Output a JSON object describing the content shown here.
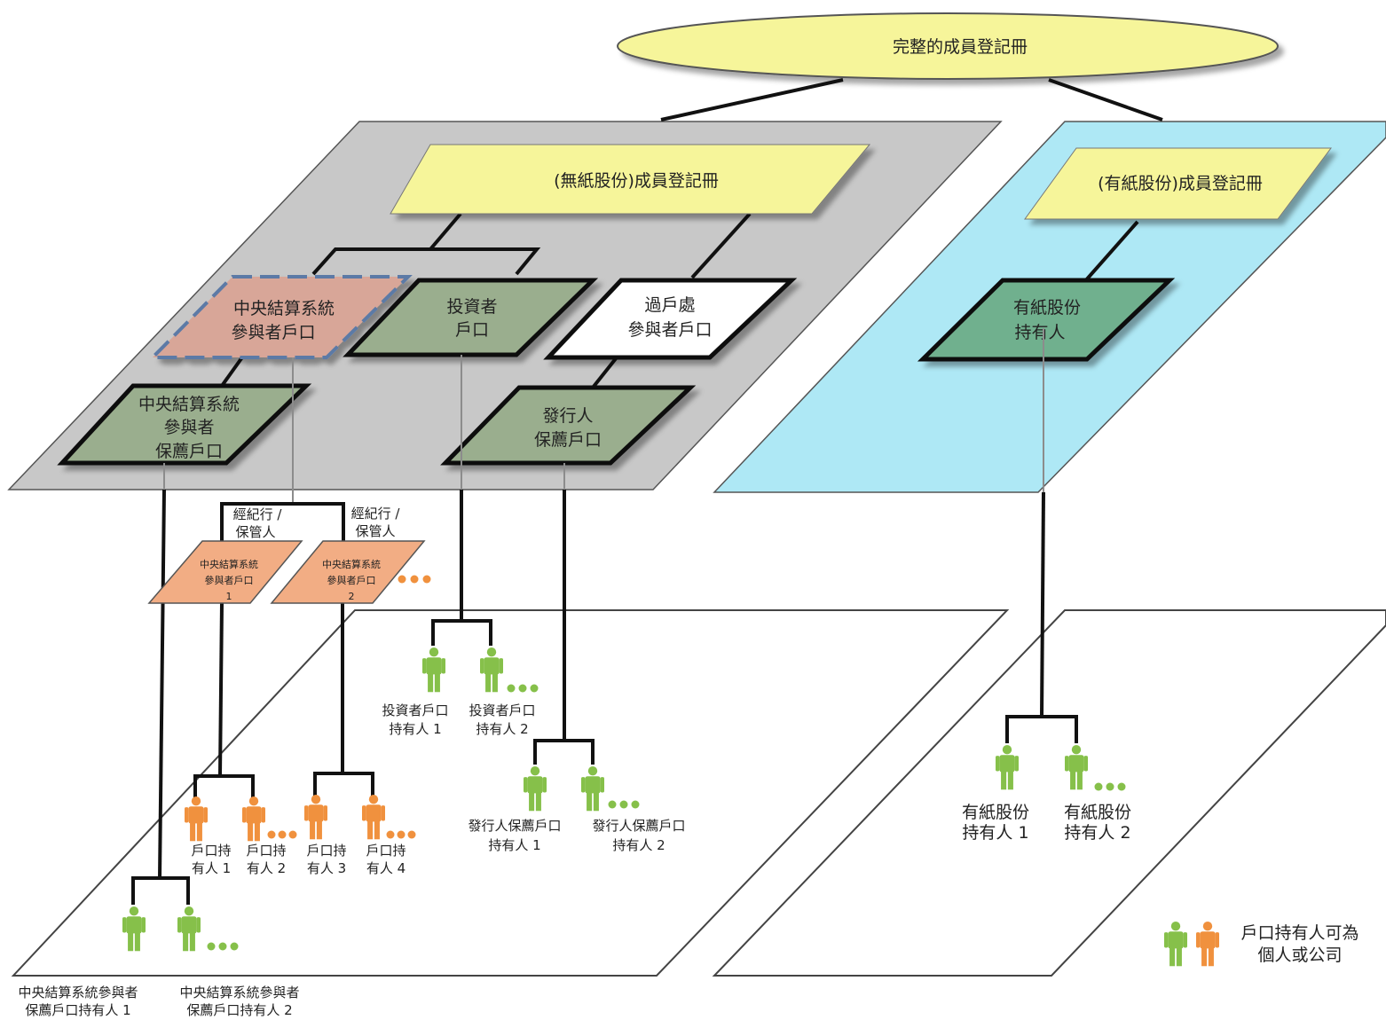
{
  "top_register": {
    "label": "完整的成員登記冊"
  },
  "scripless_register": {
    "label": "(無紙股份)成員登記冊"
  },
  "certificated_register": {
    "label": "(有紙股份)成員登記冊"
  },
  "accounts": {
    "ccass_participant": {
      "line1": "中央結算系統",
      "line2": "參與者戶口"
    },
    "investor": {
      "line1": "投資者",
      "line2": "戶口"
    },
    "transfer_office": {
      "line1": "過戶處",
      "line2": "參與者戶口"
    },
    "ccass_participant_sponsored": {
      "line1": "中央結算系統",
      "line2": "參與者",
      "line3": "保薦戶口"
    },
    "issuer_sponsored": {
      "line1": "發行人",
      "line2": "保薦戶口"
    },
    "certificated_holder": {
      "line1": "有紙股份",
      "line2": "持有人"
    }
  },
  "brokers": [
    {
      "caption1": "經紀行 /",
      "caption2": "保管人",
      "line1": "中央結算系統",
      "line2": "參與者戶口",
      "num": "1"
    },
    {
      "caption1": "經紀行 /",
      "caption2": "保管人",
      "line1": "中央結算系統",
      "line2": "參與者戶口",
      "num": "2"
    }
  ],
  "holders": {
    "investor": [
      {
        "line1": "投資者戶口",
        "line2": "持有人 1"
      },
      {
        "line1": "投資者戶口",
        "line2": "持有人 2"
      }
    ],
    "issuer_sponsored": [
      {
        "line1": "發行人保薦戶口",
        "line2": "持有人 1"
      },
      {
        "line1": "發行人保薦戶口",
        "line2": "持有人 2"
      }
    ],
    "broker": [
      {
        "line1": "戶口持",
        "line2": "有人 1"
      },
      {
        "line1": "戶口持",
        "line2": "有人 2"
      },
      {
        "line1": "戶口持",
        "line2": "有人 3"
      },
      {
        "line1": "戶口持",
        "line2": "有人 4"
      }
    ],
    "ccass_sponsored": [
      {
        "line1": "中央結算系統參與者",
        "line2": "保薦戶口持有人 1"
      },
      {
        "line1": "中央結算系統參與者",
        "line2": "保薦戶口持有人 2"
      }
    ],
    "certificated": [
      {
        "line1": "有紙股份",
        "line2": "持有人 1"
      },
      {
        "line1": "有紙股份",
        "line2": "持有人 2"
      }
    ]
  },
  "legend": {
    "line1": "戶口持有人可為",
    "line2": "個人或公司"
  },
  "colors": {
    "gray_plane": "#c8c8c8",
    "cyan_plane": "#aee8f5",
    "yellow_box": "#f6f59a",
    "green_box": "#9aae8e",
    "ccass_box": "#d8a698",
    "broker_box": "#f2ad84",
    "green_person": "#86c04a",
    "orange_person": "#f0913e"
  }
}
